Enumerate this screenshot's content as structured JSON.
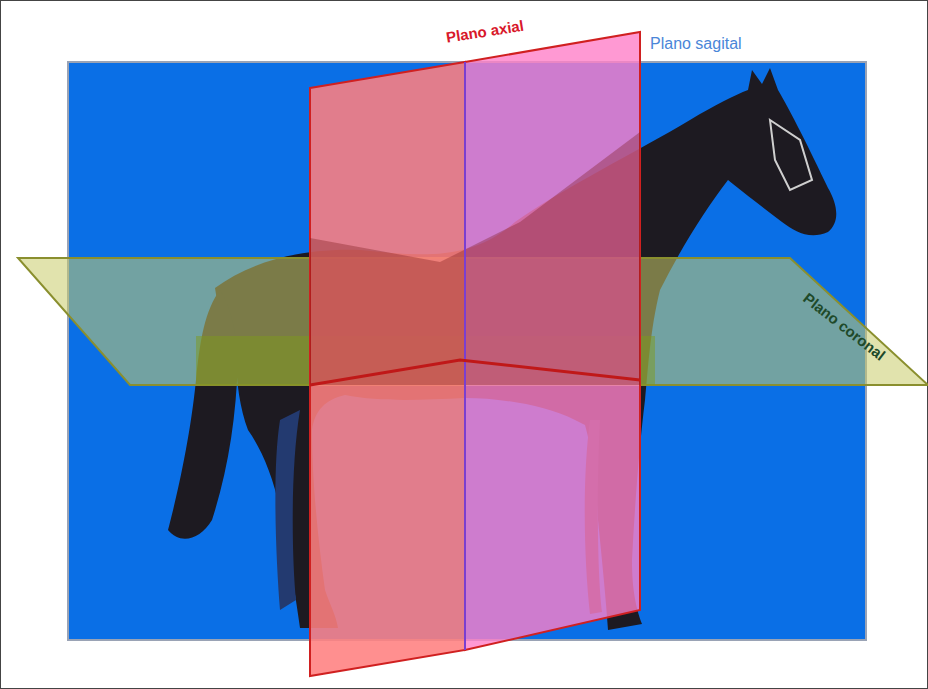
{
  "diagram": {
    "labels": [
      "Plano axial",
      "Plano sagital",
      "Plano coronal"
    ]
  }
}
